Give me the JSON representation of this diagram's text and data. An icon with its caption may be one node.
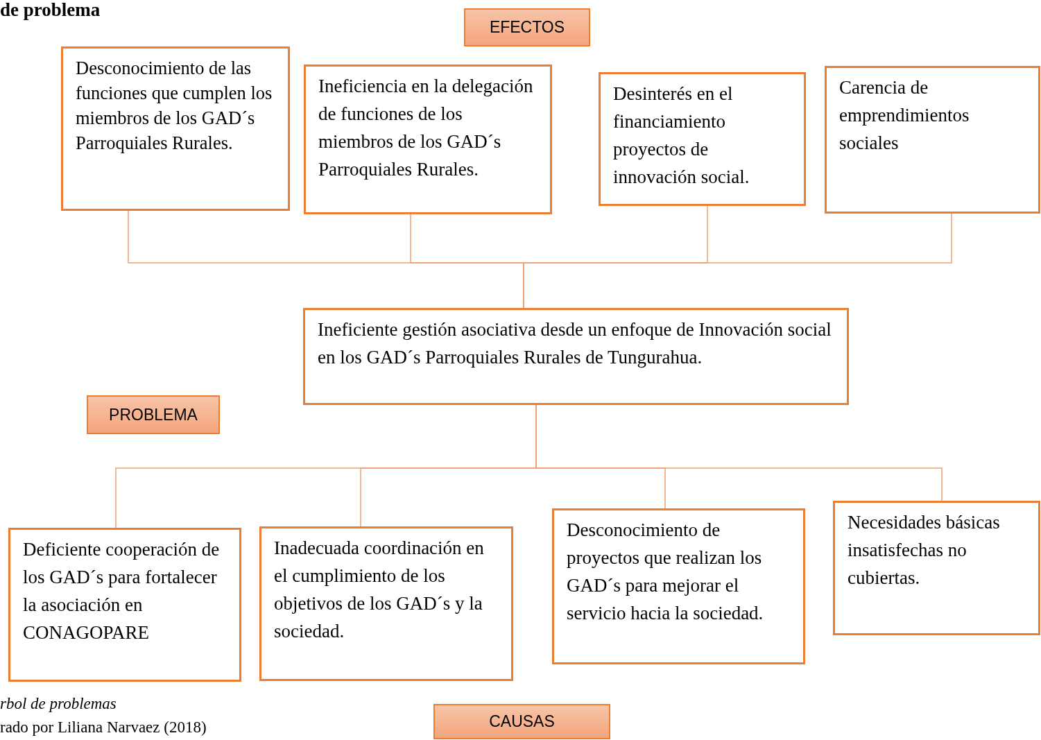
{
  "diagram": {
    "nodes": [
      {
        "text": [
          "EFECTOS"
        ]
      },
      {
        "text": [
          "Desconocimiento de las funciones que cumplen los miembros de los GAD´s Parroquiales Rurales."
        ]
      },
      {
        "text": [
          "Ineficiencia en la delegación de funciones de los miembros de los GAD´s Parroquiales Rurales."
        ]
      },
      {
        "text": [
          "Desinterés en el financiamiento proyectos de innovación social."
        ]
      },
      {
        "text": [
          "Carencia de emprendimientos sociales"
        ]
      },
      {
        "text": [
          "Ineficiente gestión asociativa desde un enfoque de Innovación social en los GAD´s Parroquiales Rurales de Tungurahua."
        ]
      },
      {
        "text": [
          "PROBLEMA"
        ]
      },
      {
        "text": [
          "Deficiente cooperación de los GAD´s para fortalecer la asociación en CONAGOPARE"
        ]
      },
      {
        "text": [
          "Inadecuada coordinación en el cumplimiento de los objetivos de los GAD´s y la sociedad."
        ]
      },
      {
        "text": [
          "Desconocimiento de proyectos que realizan los GAD´s para mejorar el servicio hacia la sociedad."
        ]
      },
      {
        "text": [
          "Necesidades básicas insatisfechas no cubiertas."
        ]
      },
      {
        "text": [
          "CAUSAS"
        ]
      }
    ],
    "edges": [
      {
        "from": 1,
        "to": 5,
        "arrow": "none"
      },
      {
        "from": 2,
        "to": 5,
        "arrow": "none"
      },
      {
        "from": 3,
        "to": 5,
        "arrow": "none"
      },
      {
        "from": 4,
        "to": 5,
        "arrow": "none"
      },
      {
        "from": 5,
        "to": 7,
        "arrow": "none"
      },
      {
        "from": 5,
        "to": 8,
        "arrow": "none"
      },
      {
        "from": 5,
        "to": 9,
        "arrow": "none"
      },
      {
        "from": 5,
        "to": 10,
        "arrow": "none"
      }
    ],
    "labels": [
      "de problema",
      "rbol de problemas",
      "rado por Liliana Narvaez (2018)"
    ]
  }
}
